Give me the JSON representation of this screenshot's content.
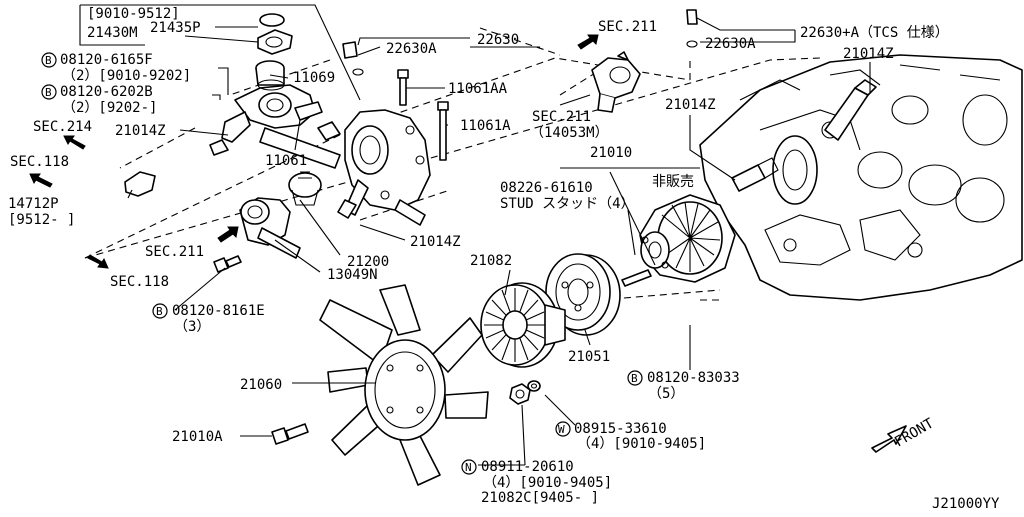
{
  "labels": {
    "box_range_top": "[9010-9512]",
    "l_21435P": "21435P",
    "l_21430M": "21430M",
    "l_22630A_1": "22630A",
    "l_22630": "22630",
    "l_sec211_top": "SEC.211",
    "l_22630A_TCS": "22630+A（TCS 仕様）",
    "l_22630A_2": "22630A",
    "l_21014Z_right": "21014Z",
    "b1_num": "08120-6165F",
    "b1_detail": "（2）[9010-9202]",
    "l_11069": "11069",
    "b2_num": "08120-6202B",
    "b2_detail": "（2）[9202-]",
    "l_11061AA": "11061AA",
    "l_sec211_mid": "SEC.211",
    "l_14053M": "（14053M）",
    "l_21014Z_mid": "21014Z",
    "l_11061A": "11061A",
    "l_sec214": "SEC.214",
    "l_21014Z_left": "21014Z",
    "l_11061": "11061",
    "l_sec118_top": "SEC.118",
    "l_21010": "21010",
    "l_08226": "08226-61610",
    "l_stud": "STUD スタッド（4）",
    "l_hibaihin": "非販売",
    "l_14712P": "14712P",
    "l_14712P_range": "[9512- ]",
    "l_21014Z_low": "21014Z",
    "l_sec211_low": "SEC.211",
    "l_21082": "21082",
    "l_21200": "21200",
    "l_sec118_low": "SEC.118",
    "l_13049N": "13049N",
    "b3_num": "08120-8161E",
    "b3_detail": "（3）",
    "l_21051": "21051",
    "l_21060": "21060",
    "b4_num": "08120-83033",
    "b4_detail": "（5）",
    "w_num": "08915-33610",
    "w_detail": "（4）[9010-9405]",
    "l_21010A": "21010A",
    "n_num": "08911-20610",
    "n_detail": "（4）[9010-9405]",
    "l_21082C": "21082C[9405- ]",
    "front": "FRONT",
    "diagram_id": "J21000YY"
  },
  "badges": {
    "B": "B",
    "W": "W",
    "N": "N"
  },
  "colors": {
    "ink": "#000000",
    "paper": "#ffffff"
  }
}
